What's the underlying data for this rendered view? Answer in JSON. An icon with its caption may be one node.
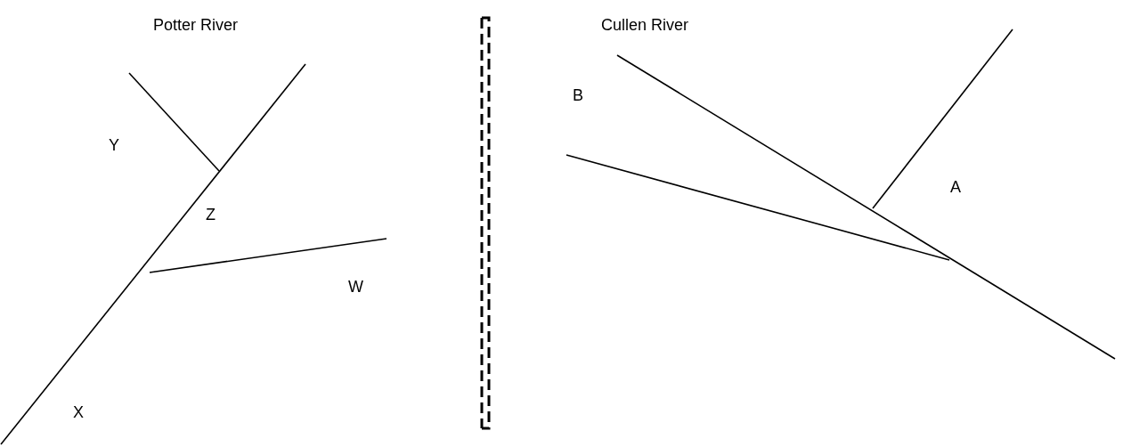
{
  "diagram": {
    "labels": [
      "Potter River",
      "Y",
      "Z",
      "W",
      "X",
      "Cullen River",
      "B",
      "A"
    ]
  }
}
